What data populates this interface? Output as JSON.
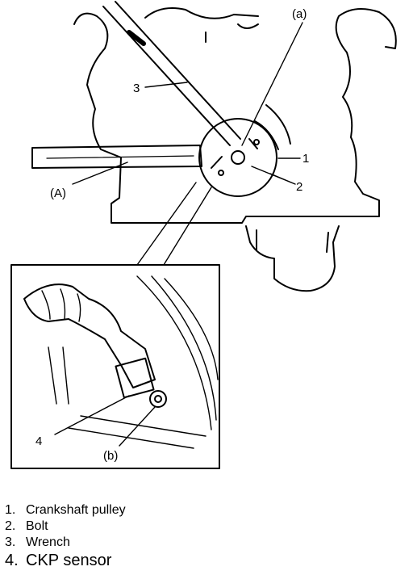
{
  "callouts": {
    "a": "(a)",
    "b": "(b)",
    "A": "(A)",
    "n1": "1",
    "n2": "2",
    "n3": "3",
    "n4": "4"
  },
  "legend": [
    {
      "num": "1.",
      "text": "Crankshaft pulley"
    },
    {
      "num": "2.",
      "text": "Bolt"
    },
    {
      "num": "3.",
      "text": "Wrench"
    },
    {
      "num": "4.",
      "text": "CKP sensor"
    }
  ]
}
